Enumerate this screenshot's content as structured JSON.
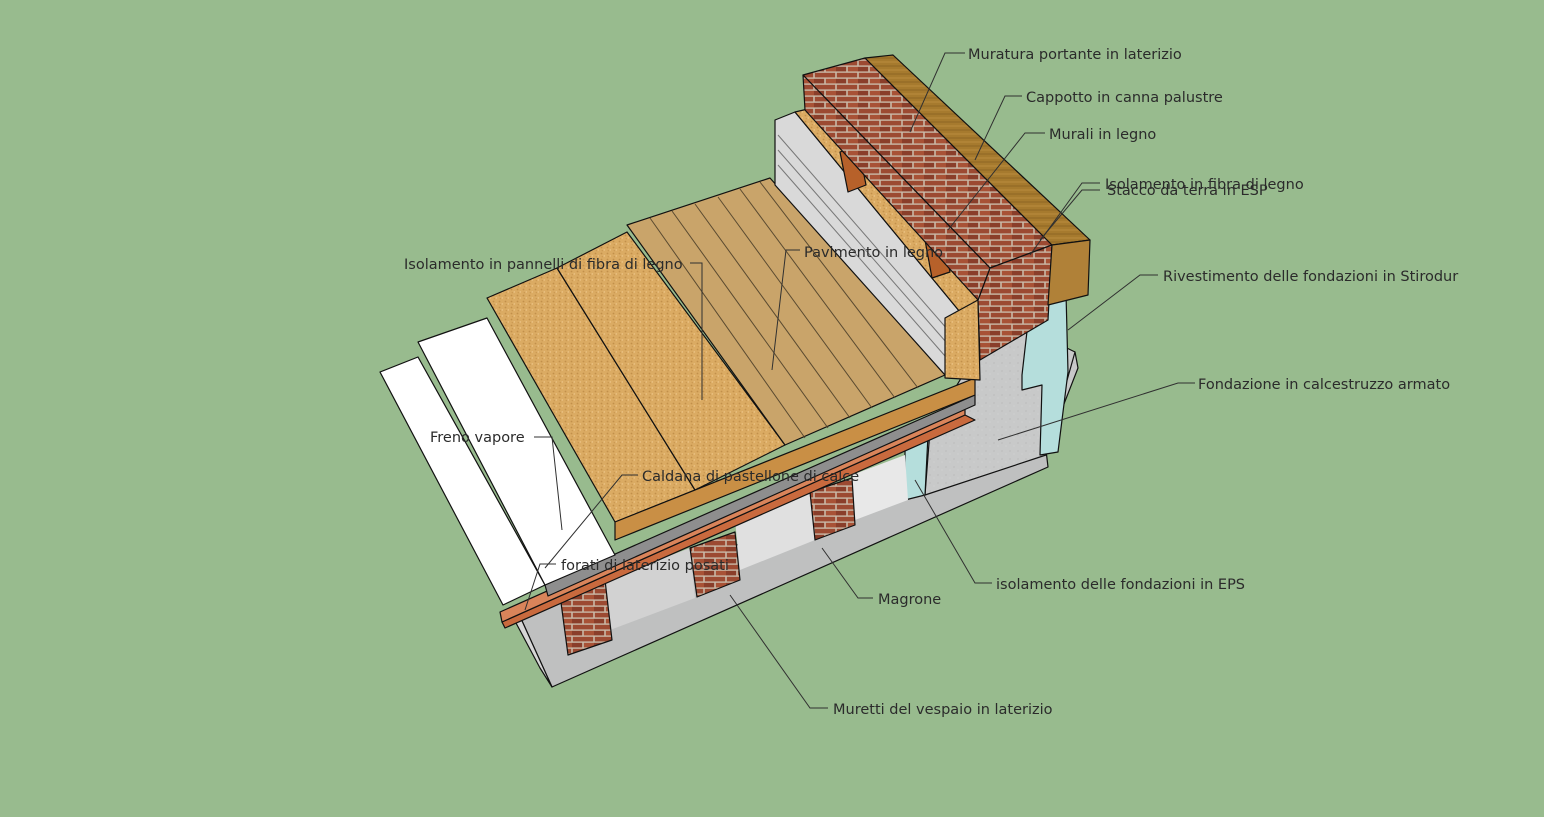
{
  "diagram": {
    "colors": {
      "background": "#98bb8e",
      "brick": "#9c4a32",
      "mortar": "#c9b8a6",
      "wood_fiber": "#d9ab62",
      "wood_floor": "#c9a46a",
      "reed_coat": "#a67a2e",
      "concrete": "#c8c9c9",
      "eps": "#b5dedc",
      "vapour_barrier": "#ffffff",
      "lean_concrete": "#d0d0d0"
    },
    "labels": {
      "muratura": "Muratura portante in laterizio",
      "cappotto": "Cappotto in canna palustre",
      "murali": "Murali in legno",
      "isolamento_fibra": "Isolamento in fibra di legno",
      "stacco": "Stacco da terra in ESP",
      "rivestimento": "Rivestimento delle fondazioni in Stirodur",
      "pannelli": "Isolamento in pannelli di fibra di legno",
      "pavimento": "Pavimento in legno",
      "fondazione": "Fondazione in calcestruzzo armato",
      "freno": "Freno vapore",
      "caldana": "Caldana di pastellone di calce",
      "forati": "forati di laterizio posati",
      "magrone": "Magrone",
      "isolamento_eps": "isolamento delle fondazioni in EPS",
      "muretti": "Muretti del vespaio in laterizio"
    }
  }
}
